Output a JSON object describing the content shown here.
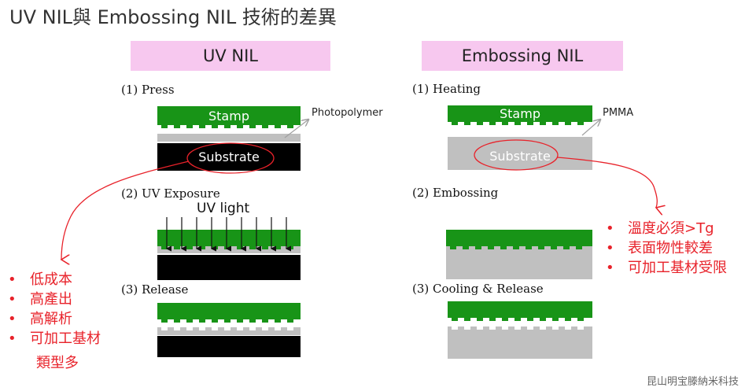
{
  "title": "UV NIL與 Embossing NIL 技術的差異",
  "uv": {
    "header": "UV NIL",
    "steps": [
      "(1) Press",
      "(2) UV Exposure",
      "(3) Release"
    ],
    "stamp_label": "Stamp",
    "substrate_label": "Substrate",
    "resist_label": "Photopolymer",
    "light_label": "UV light",
    "advantages": [
      "低成本",
      "高產出",
      "高解析",
      "可加工基材",
      "類型多"
    ]
  },
  "emb": {
    "header": "Embossing NIL",
    "steps": [
      "(1) Heating",
      "(2) Embossing",
      "(3) Cooling & Release"
    ],
    "stamp_label": "Stamp",
    "substrate_label": "Substrate",
    "resist_label": "PMMA",
    "disadvantages": [
      "溫度必須>Tg",
      "表面物性較差",
      "可加工基材受限"
    ]
  },
  "footer": "昆山明宝滕納米科技",
  "colors": {
    "stamp": "#189417",
    "substrate_dark": "#000000",
    "resist": "#c0c0c0",
    "header_bg": "#f7c8ef",
    "annotation": "#e8222a",
    "arrow": "#a0a0a0"
  }
}
